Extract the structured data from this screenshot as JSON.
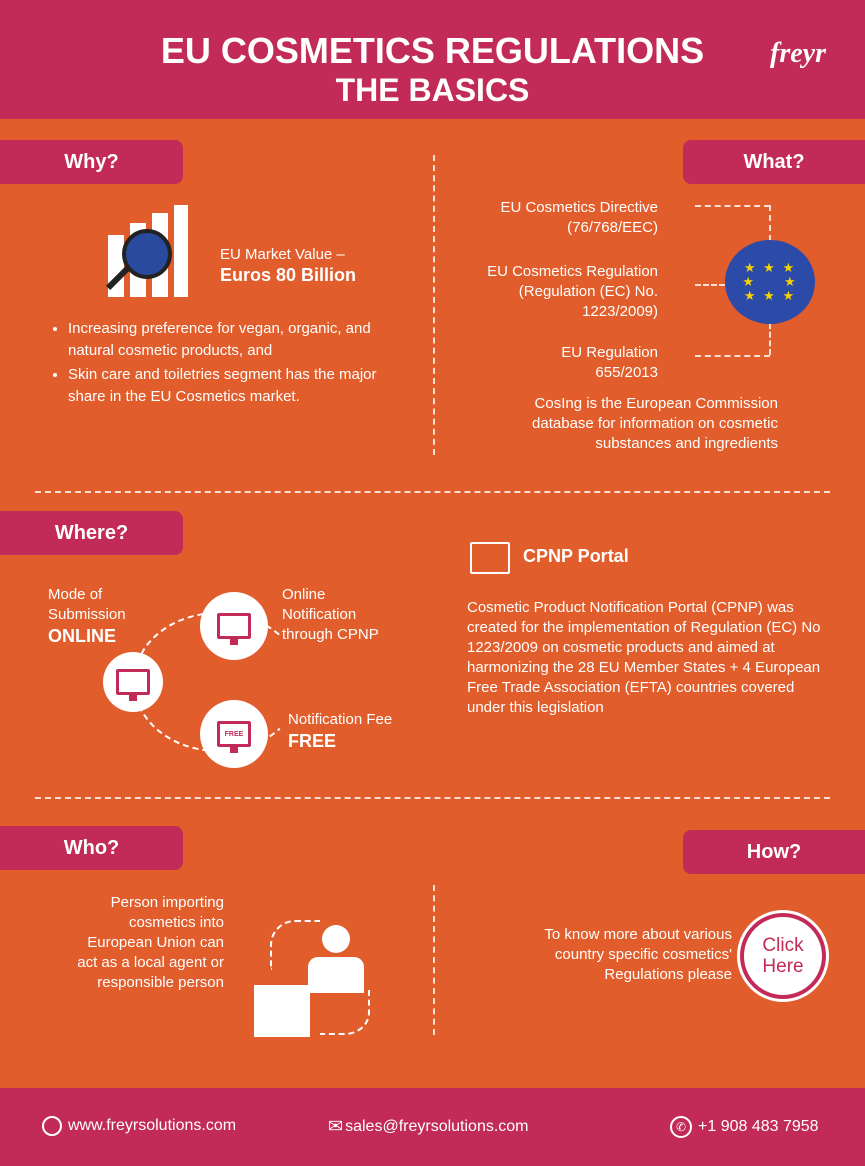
{
  "header": {
    "title_line1": "EU COSMETICS REGULATIONS",
    "title_line2": "THE BASICS",
    "logo": "freyr",
    "colors": {
      "pink": "#c22a57",
      "orange": "#e15d2b"
    }
  },
  "why": {
    "tab": "Why?",
    "market_label": "EU Market Value –",
    "market_value": "Euros 80 Billion",
    "bullets": [
      "Increasing preference for vegan, organic, and natural cosmetic products, and",
      "Skin care and toiletries segment has the major share in the EU Cosmetics market."
    ]
  },
  "what": {
    "tab": "What?",
    "items": [
      "EU Cosmetics Directive (76/768/EEC)",
      "EU Cosmetics Regulation (Regulation (EC) No. 1223/2009)",
      "EU Regulation 655/2013"
    ],
    "cosing": "CosIng is the European Commission database for information on cosmetic substances and ingredients"
  },
  "where": {
    "tab": "Where?",
    "mode_label": "Mode of Submission",
    "mode_value": "ONLINE",
    "notification": "Online Notification through CPNP",
    "fee_label": "Notification Fee",
    "fee_value": "FREE",
    "free_badge": "FREE",
    "cpnp_title": "CPNP Portal",
    "cpnp_text": "Cosmetic Product Notification Portal (CPNP) was created for the implementation of Regulation (EC) No 1223/2009 on cosmetic products and aimed at harmonizing the 28 EU Member States + 4 European Free Trade Association (EFTA) countries covered under this legislation"
  },
  "who": {
    "tab": "Who?",
    "text": "Person importing cosmetics into European Union can act as a local agent or responsible person"
  },
  "how": {
    "tab": "How?",
    "text": "To know more about various country specific cosmetics' Regulations please",
    "button": "Click Here"
  },
  "footer": {
    "website": "www.freyrsolutions.com",
    "email": "sales@freyrsolutions.com",
    "phone": "+1 908 483 7958"
  }
}
